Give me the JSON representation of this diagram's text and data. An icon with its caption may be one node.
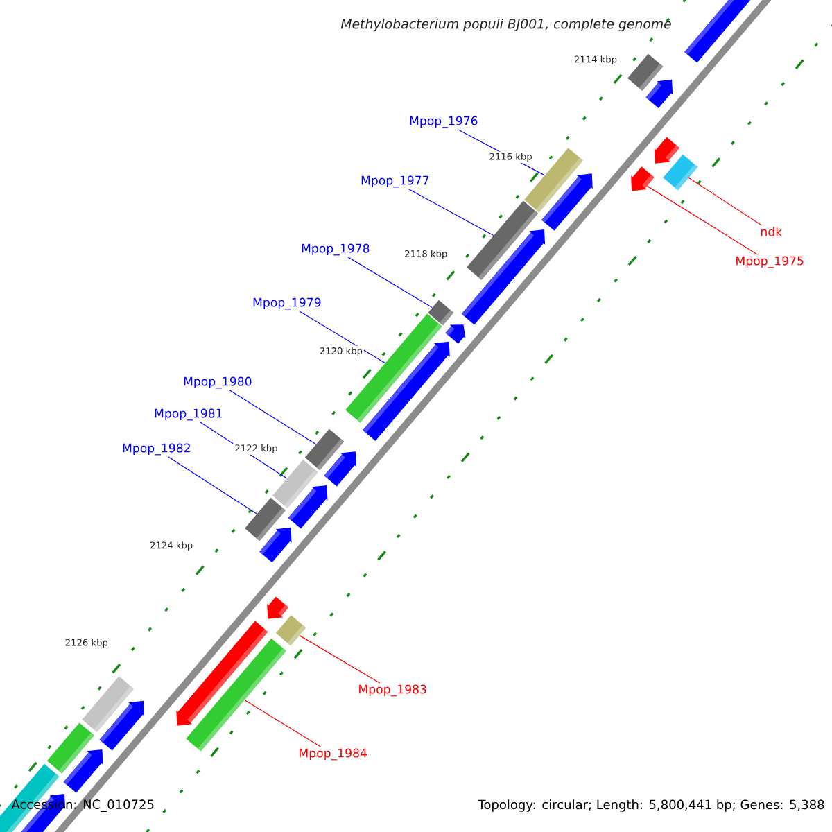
{
  "diagram": {
    "title": "Methylobacterium populi BJ001, complete genome",
    "nodes": [
      {
        "text": [],
        "shape": "arrow"
      },
      {
        "text": [],
        "shape": "box"
      },
      {
        "text": [],
        "shape": "arrow"
      },
      {
        "text": [],
        "shape": "arrow"
      },
      {
        "text": [],
        "shape": "box"
      },
      {
        "text": [],
        "shape": "arrow"
      },
      {
        "text": [
          "Mpop_1976"
        ]
      },
      {
        "text": [],
        "shape": "box"
      },
      {
        "text": [],
        "shape": "arrow"
      },
      {
        "text": [
          "Mpop_1977"
        ]
      },
      {
        "text": [],
        "shape": "box"
      },
      {
        "text": [],
        "shape": "arrow"
      },
      {
        "text": [
          "ndk"
        ]
      },
      {
        "text": [
          "Mpop_1975"
        ]
      },
      {
        "text": [
          "Mpop_1978"
        ]
      },
      {
        "text": [],
        "shape": "box"
      },
      {
        "text": [],
        "shape": "arrow"
      },
      {
        "text": [
          "Mpop_1979"
        ]
      },
      {
        "text": [],
        "shape": "box"
      },
      {
        "text": [],
        "shape": "arrow"
      },
      {
        "text": [
          "Mpop_1980"
        ]
      },
      {
        "text": [],
        "shape": "box"
      },
      {
        "text": [],
        "shape": "arrow"
      },
      {
        "text": [
          "Mpop_1981"
        ]
      },
      {
        "text": [],
        "shape": "box"
      },
      {
        "text": [],
        "shape": "arrow"
      },
      {
        "text": [
          "Mpop_1982"
        ]
      },
      {
        "text": [],
        "shape": "box"
      },
      {
        "text": [],
        "shape": "arrow"
      },
      {
        "text": [],
        "shape": "arrow"
      },
      {
        "text": [],
        "shape": "box"
      },
      {
        "text": [],
        "shape": "arrow"
      },
      {
        "text": [],
        "shape": "box"
      },
      {
        "text": [
          "Mpop_1983"
        ]
      },
      {
        "text": [
          "Mpop_1984"
        ]
      },
      {
        "text": [],
        "shape": "box"
      },
      {
        "text": [],
        "shape": "arrow"
      },
      {
        "text": [],
        "shape": "box"
      },
      {
        "text": [],
        "shape": "arrow"
      },
      {
        "text": [],
        "shape": "box"
      },
      {
        "text": [],
        "shape": "arrow"
      }
    ],
    "edges": [
      {
        "from": 6,
        "to": 7,
        "arrow": "none"
      },
      {
        "from": 9,
        "to": 10,
        "arrow": "none"
      },
      {
        "from": 12,
        "to": 4,
        "arrow": "none",
        "color": "#ff0000"
      },
      {
        "from": 13,
        "to": 5,
        "arrow": "none",
        "color": "#ff0000"
      },
      {
        "from": 14,
        "to": 15,
        "arrow": "none"
      },
      {
        "from": 17,
        "to": 18,
        "arrow": "none"
      },
      {
        "from": 20,
        "to": 21,
        "arrow": "none"
      },
      {
        "from": 23,
        "to": 24,
        "arrow": "none"
      },
      {
        "from": 26,
        "to": 27,
        "arrow": "none"
      },
      {
        "from": 33,
        "to": 30,
        "arrow": "none",
        "color": "#ff0000"
      },
      {
        "from": 34,
        "to": 32,
        "arrow": "none",
        "color": "#ff0000"
      }
    ],
    "labels": [
      "2114 kbp",
      "2116 kbp",
      "2118 kbp",
      "2120 kbp",
      "2122 kbp",
      "2124 kbp",
      "2126 kbp",
      "Accession: NC_010725",
      "Topology: circular; Length: 5,800,441 bp; Genes: 5,388"
    ]
  }
}
